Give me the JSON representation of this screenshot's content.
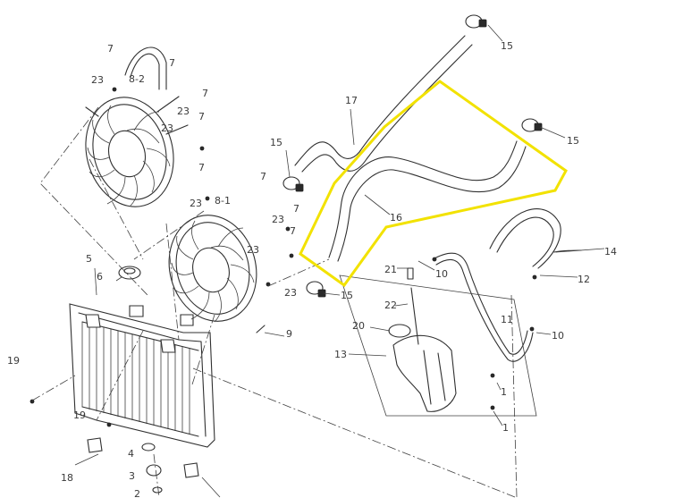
{
  "highlight_color": "#f2e200",
  "callouts": {
    "c1a": "1",
    "c1b": "1",
    "c2": "2",
    "c3": "3",
    "c4": "4",
    "c5": "5",
    "c6": "6",
    "c7a": "7",
    "c7b": "7",
    "c7c": "7",
    "c7d": "7",
    "c7e": "7",
    "c7f": "7",
    "c7g": "7",
    "c7h": "7",
    "c8_1": "8-1",
    "c8_2": "8-2",
    "c9": "9",
    "c10a": "10",
    "c10b": "10",
    "c11": "11",
    "c12": "12",
    "c13": "13",
    "c14": "14",
    "c15a": "15",
    "c15b": "15",
    "c15c": "15",
    "c15d": "15",
    "c16": "16",
    "c17": "17",
    "c18": "18",
    "c19a": "19",
    "c19b": "19",
    "c20": "20",
    "c21": "21",
    "c22": "22",
    "c23a": "23",
    "c23b": "23",
    "c23c": "23",
    "c23d": "23",
    "c23e": "23",
    "c23f": "23",
    "c23g": "23"
  }
}
